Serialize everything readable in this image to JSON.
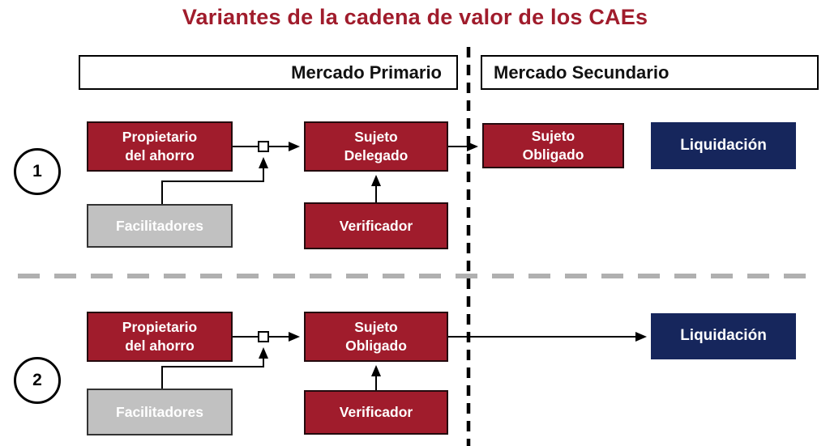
{
  "title": "Variantes de la cadena de valor de los CAEs",
  "headers": {
    "primario": "Mercado Primario",
    "secundario": "Mercado Secundario"
  },
  "variant1": {
    "number": "1",
    "boxes": {
      "propietario": [
        "Propietario",
        "del ahorro"
      ],
      "facilitadores": [
        "Facilitadores"
      ],
      "sujeto_delegado": [
        "Sujeto",
        "Delegado"
      ],
      "verificador": [
        "Verificador"
      ],
      "sujeto_obligado": [
        "Sujeto",
        "Obligado"
      ],
      "liquidacion": [
        "Liquidación"
      ]
    }
  },
  "variant2": {
    "number": "2",
    "boxes": {
      "propietario": [
        "Propietario",
        "del ahorro"
      ],
      "facilitadores": [
        "Facilitadores"
      ],
      "sujeto_obligado": [
        "Sujeto",
        "Obligado"
      ],
      "verificador": [
        "Verificador"
      ],
      "liquidacion": [
        "Liquidación"
      ]
    }
  },
  "colors": {
    "accent_red": "#A01C2C",
    "navy": "#16265C",
    "gray_box": "#C1C1C1",
    "divider_gray": "#B0B0B0"
  }
}
